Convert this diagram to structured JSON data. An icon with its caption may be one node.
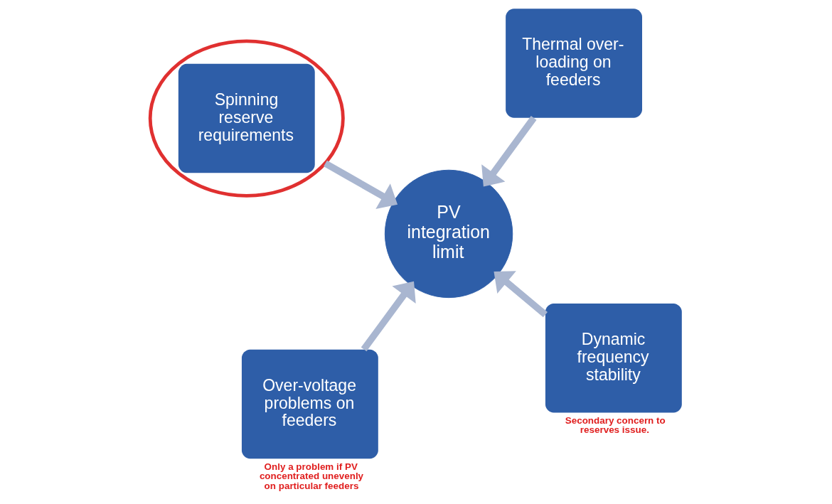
{
  "diagram": {
    "nodes": [
      {
        "text": [
          "PV integration limit"
        ]
      },
      {
        "text": [
          "Dynamic frequency stability"
        ],
        "beside": [
          "Secondary concern to reserves issue."
        ]
      },
      {
        "text": [
          "Over-voltage problems on feeders"
        ],
        "beside": [
          "Only a problem if PV concentrated unevenly on particular feeders"
        ]
      },
      {
        "text": [
          "Spinning reserve requirements"
        ]
      },
      {
        "text": [
          "Thermal over-loading on feeders"
        ]
      }
    ],
    "edges": [
      {
        "from": 1,
        "to": 0,
        "arrow": "to"
      },
      {
        "from": 2,
        "to": 0,
        "arrow": "to"
      },
      {
        "from": 3,
        "to": 0,
        "arrow": "to"
      },
      {
        "from": 4,
        "to": 0,
        "arrow": "to"
      }
    ]
  }
}
